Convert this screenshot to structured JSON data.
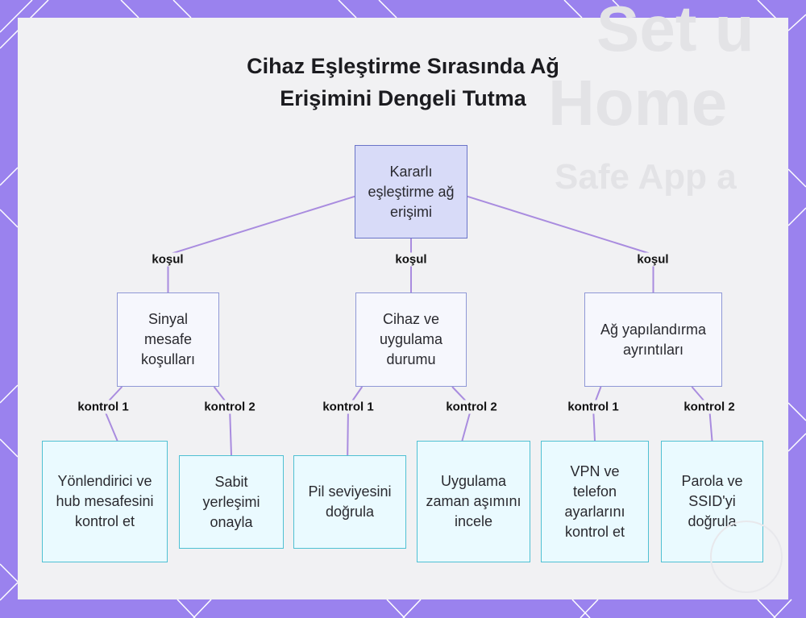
{
  "title": [
    "Cihaz Eşleştirme Sırasında Ağ",
    "Erişimini Dengeli Tutma"
  ],
  "background_text": [
    "Set u",
    "Home",
    "Safe App a"
  ],
  "colors": {
    "frame": "#9a82ee",
    "edge": "#a98cdf",
    "root_fill": "#d8dbf8",
    "mid_fill": "#f6f7fd",
    "leaf_fill": "#eafaff",
    "leaf_border": "#4fc0d3"
  },
  "nodes": [
    {
      "id": "root",
      "level": "root",
      "text": "Kararlı eşleştirme ağ erişimi"
    },
    {
      "id": "n1",
      "level": "mid",
      "parent": "root",
      "edge_label": "koşul",
      "text": "Sinyal mesafe koşulları"
    },
    {
      "id": "n2",
      "level": "mid",
      "parent": "root",
      "edge_label": "koşul",
      "text": "Cihaz ve uygulama durumu"
    },
    {
      "id": "n3",
      "level": "mid",
      "parent": "root",
      "edge_label": "koşul",
      "text": "Ağ yapılandırma ayrıntıları"
    },
    {
      "id": "l1",
      "level": "leaf",
      "parent": "n1",
      "edge_label": "kontrol 1",
      "text": "Yönlendirici ve hub mesafesini kontrol et"
    },
    {
      "id": "l2",
      "level": "leaf",
      "parent": "n1",
      "edge_label": "kontrol 2",
      "text": "Sabit yerleşimi onayla"
    },
    {
      "id": "l3",
      "level": "leaf",
      "parent": "n2",
      "edge_label": "kontrol 1",
      "text": "Pil seviyesini doğrula"
    },
    {
      "id": "l4",
      "level": "leaf",
      "parent": "n2",
      "edge_label": "kontrol 2",
      "text": "Uygulama zaman aşımını incele"
    },
    {
      "id": "l5",
      "level": "leaf",
      "parent": "n3",
      "edge_label": "kontrol 1",
      "text": "VPN ve telefon ayarlarını kontrol et"
    },
    {
      "id": "l6",
      "level": "leaf",
      "parent": "n3",
      "edge_label": "kontrol 2",
      "text": "Parola ve SSID'yi doğrula"
    }
  ]
}
